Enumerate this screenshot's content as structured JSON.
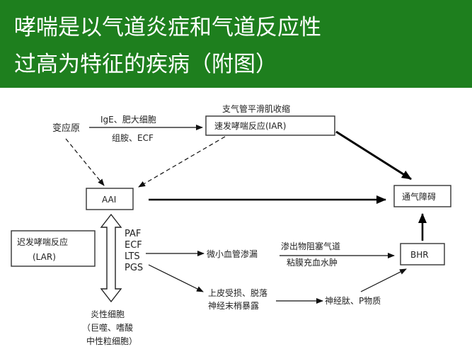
{
  "slide": {
    "title_line1": "哮喘是以气道炎症和气道反应性",
    "title_line2": "过高为特征的疾病（附图）",
    "banner_color": "#1e7f1e"
  },
  "diagram": {
    "allergen": "变应原",
    "ige_mast": "IgE、肥大细胞",
    "histamine_ecf": "组胺、ECF",
    "smooth_muscle": "支气管平滑肌收缩",
    "iar": "速发哮喘反应(IAR)",
    "aai": "AAI",
    "airflow_limit": "通气障碍",
    "lar_line1": "迟发哮喘反应",
    "lar_line2": "(LAR)",
    "mediators": [
      "PAF",
      "ECF",
      "LTS",
      "PGS"
    ],
    "microvascular": "微小血管渗漏",
    "exudate_line1": "渗出物阻塞气道",
    "exudate_line2": "粘膜充血水肿",
    "bhr": "BHR",
    "epithelial_line1": "上皮受损、脱落",
    "epithelial_line2": "神经末梢暴露",
    "neuropeptide": "神经肽、P物质",
    "inflam_line1": "炎性细胞",
    "inflam_line2": "（巨噬、嗜酸",
    "inflam_line3": "中性粒细胞）"
  }
}
